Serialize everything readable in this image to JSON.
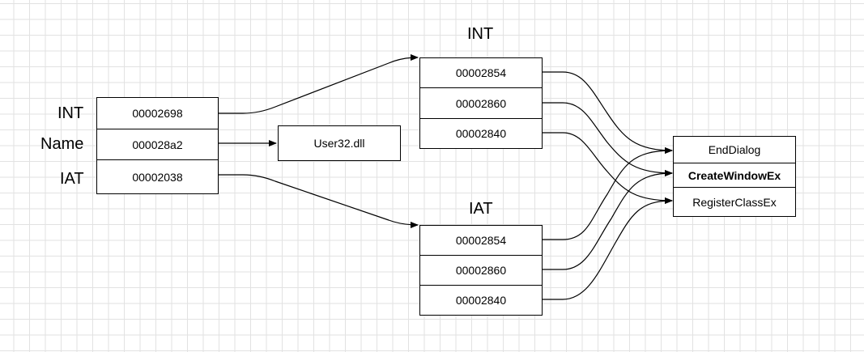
{
  "descriptor": {
    "labels": [
      "INT",
      "Name",
      "IAT"
    ],
    "values": [
      "00002698",
      "000028a2",
      "00002038"
    ]
  },
  "dll_name": "User32.dll",
  "int_table": {
    "title": "INT",
    "entries": [
      "00002854",
      "00002860",
      "00002840"
    ]
  },
  "iat_table": {
    "title": "IAT",
    "entries": [
      "00002854",
      "00002860",
      "00002840"
    ]
  },
  "functions": [
    "EndDialog",
    "CreateWindowEx",
    "RegisterClassEx"
  ]
}
